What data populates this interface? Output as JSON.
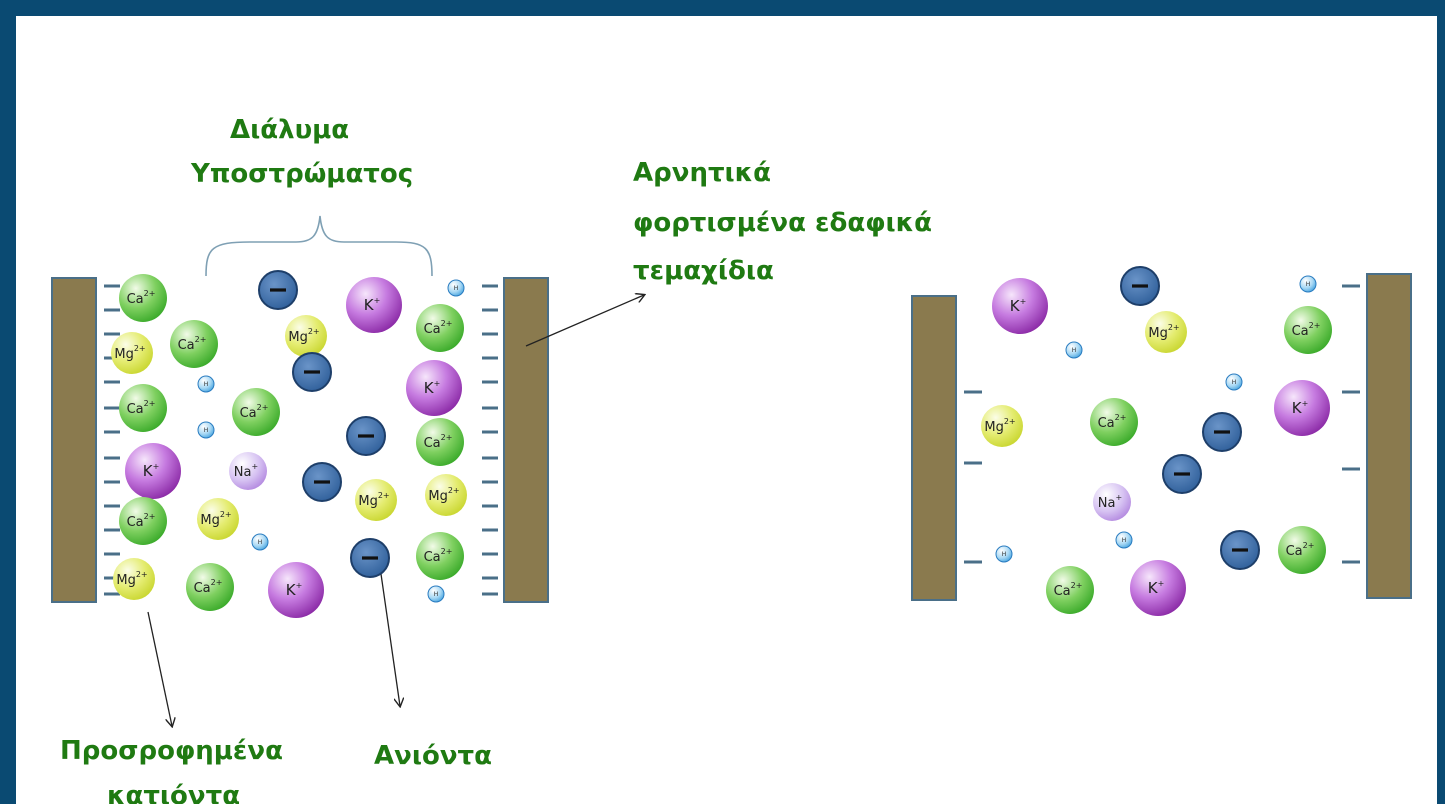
{
  "labels": {
    "solution_line1": "Διάλυμα",
    "solution_line2": "Υποστρώματος",
    "particles_line1": "Αρνητικά",
    "particles_line2": "φορτισμένα εδαφικά",
    "particles_line3": "τεμαχίδια",
    "adsorbed_line1": "Προσροφημένα",
    "adsorbed_line2": "κατιόντα",
    "anions": "Ανιόντα"
  },
  "ion_text": {
    "ca": "Ca",
    "ca_charge": "2+",
    "mg": "Mg",
    "mg_charge": "2+",
    "k": "K",
    "k_charge": "+",
    "na": "Na",
    "na_charge": "+",
    "h": "H",
    "anion_sign": "–"
  },
  "colors": {
    "frame": "#0a4a72",
    "label_green": "#1f7a12",
    "plate_fill": "#8a7a4e",
    "plate_edge": "#4a6f88",
    "dash": "#4a6f88",
    "ca": "#3aaa2a",
    "mg": "#c9d630",
    "k": "#8b2aa6",
    "na": "#b48ae0",
    "h": "#4aa6e0",
    "anion": "#2f5f9a"
  }
}
